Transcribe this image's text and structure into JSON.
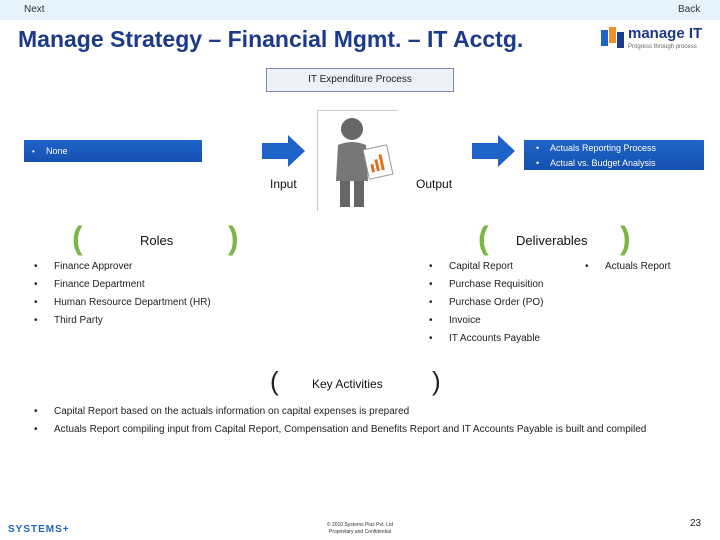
{
  "nav": {
    "next": "Next",
    "back": "Back"
  },
  "title": "Manage Strategy – Financial Mgmt. – IT Acctg.",
  "logo": {
    "name": "manage IT",
    "tagline": "Progress through process"
  },
  "process": {
    "label": "IT Expenditure Process"
  },
  "input": {
    "items": [
      "None"
    ],
    "label": "Input"
  },
  "output": {
    "items": [
      "Actuals Reporting Process",
      "Actual vs. Budget Analysis"
    ],
    "label": "Output"
  },
  "roles": {
    "heading": "Roles",
    "items": [
      "Finance Approver",
      "Finance Department",
      "Human Resource Department (HR)",
      "Third Party"
    ]
  },
  "deliverables": {
    "heading": "Deliverables",
    "items": [
      "Capital Report",
      "Purchase Requisition",
      "Purchase Order (PO)",
      "Invoice",
      "IT Accounts Payable"
    ],
    "extra": "Actuals Report"
  },
  "key_activities": {
    "heading": "Key Activities",
    "items": [
      "Capital Report based on the actuals information on capital expenses is prepared",
      "Actuals Report compiling input from Capital Report, Compensation and Benefits Report and IT Accounts Payable is built and compiled"
    ]
  },
  "footer": {
    "brand": "SYSTEMS+",
    "copyright_line1": "© 2010 Systems Plus Pvt. Ltd",
    "copyright_line2": "Proprietary and Confidential",
    "page_number": "23"
  },
  "colors": {
    "title": "#1b3a8a",
    "bar": "#1e64c8",
    "brace": "#7ab648",
    "topbar": "#e6f3fa"
  }
}
